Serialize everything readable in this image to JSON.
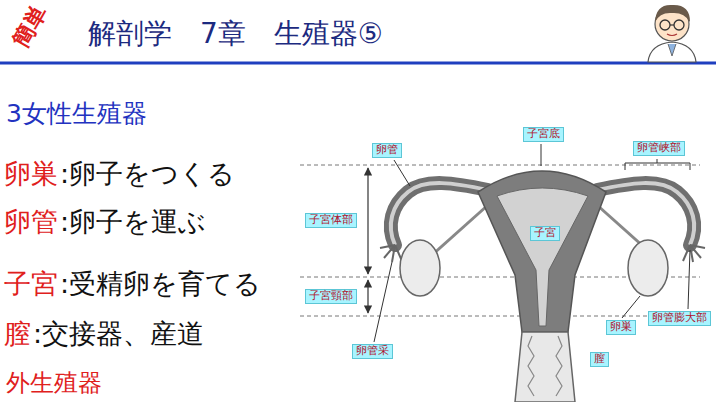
{
  "diagram": {
    "title": "解剖学　7章　生殖器⑤",
    "labels": [
      "簡単",
      "3女性生殖器",
      "卵巣",
      ":卵子をつくる",
      "卵管",
      ":卵子を運ぶ",
      "子宮",
      ":受精卵を育てる",
      "膣",
      ":交接器、産道",
      "外生殖器",
      "卵管",
      "子宮底",
      "卵管峡部",
      "子宮体部",
      "子宮",
      "子宮頸部",
      "卵管采",
      "卵巣",
      "卵管膨大部",
      "膣"
    ]
  }
}
